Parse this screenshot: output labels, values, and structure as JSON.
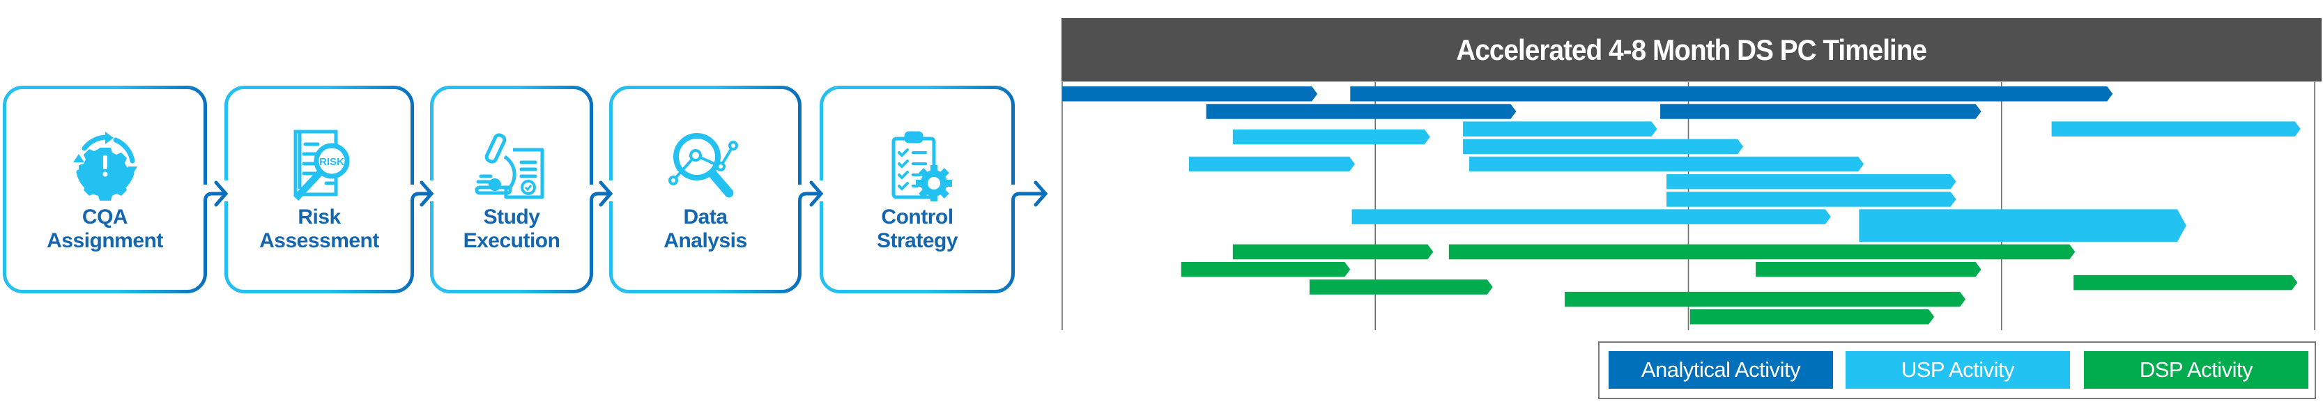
{
  "process": {
    "steps": [
      {
        "id": "cqa",
        "lines": [
          "CQA",
          "Assignment"
        ],
        "icon": "gear-cycle-alert-icon"
      },
      {
        "id": "risk",
        "lines": [
          "Risk",
          "Assessment"
        ],
        "icon": "risk-document-magnifier-icon",
        "icon_text": "RISK"
      },
      {
        "id": "study",
        "lines": [
          "Study",
          "Execution"
        ],
        "icon": "microscope-document-icon"
      },
      {
        "id": "data",
        "lines": [
          "Data",
          "Analysis"
        ],
        "icon": "magnifier-chart-icon"
      },
      {
        "id": "control",
        "lines": [
          "Control",
          "Strategy"
        ],
        "icon": "clipboard-gear-icon"
      }
    ],
    "colors": {
      "border_light": "#27BFF0",
      "border_dark": "#0A6FBC",
      "text": "#1466AE",
      "icon": "#22C1F1"
    }
  },
  "chart_data": {
    "type": "gantt",
    "title": "Accelerated 4-8 Month DS PC Timeline",
    "x_unit": "months",
    "xlim": [
      0,
      8
    ],
    "gridlines": [
      0,
      2,
      4,
      6,
      8
    ],
    "grid": true,
    "legend": {
      "placement": "bottom-right",
      "entries": [
        {
          "key": "analytical",
          "label": "Analytical Activity",
          "color": "#0070BA"
        },
        {
          "key": "usp",
          "label": "USP Activity",
          "color": "#22C3F3"
        },
        {
          "key": "dsp",
          "label": "DSP Activity",
          "color": "#00AC4E"
        }
      ]
    },
    "tasks": [
      {
        "category": "analytical",
        "lane": 0,
        "start": 0.0,
        "end": 1.63
      },
      {
        "category": "analytical",
        "lane": 0,
        "start": 1.84,
        "end": 6.71
      },
      {
        "category": "analytical",
        "lane": 1,
        "start": 0.92,
        "end": 2.9
      },
      {
        "category": "analytical",
        "lane": 1,
        "start": 3.82,
        "end": 5.87
      },
      {
        "category": "usp",
        "lane": 2,
        "start": 2.56,
        "end": 3.8
      },
      {
        "category": "usp",
        "lane": 2,
        "start": 6.32,
        "end": 7.91
      },
      {
        "category": "usp",
        "lane": 2.45,
        "start": 1.09,
        "end": 2.35
      },
      {
        "category": "usp",
        "lane": 3,
        "start": 2.56,
        "end": 4.35
      },
      {
        "category": "usp",
        "lane": 4,
        "start": 0.81,
        "end": 1.87
      },
      {
        "category": "usp",
        "lane": 4,
        "start": 2.6,
        "end": 5.12
      },
      {
        "category": "usp",
        "lane": 5,
        "start": 3.86,
        "end": 5.71
      },
      {
        "category": "usp",
        "lane": 6,
        "start": 3.86,
        "end": 5.71
      },
      {
        "category": "usp",
        "lane": 7,
        "start": 1.85,
        "end": 4.91
      },
      {
        "category": "usp",
        "lane": 7,
        "start": 5.09,
        "end": 7.18,
        "span": 2
      },
      {
        "category": "dsp",
        "lane": 9,
        "start": 1.09,
        "end": 2.37
      },
      {
        "category": "dsp",
        "lane": 9,
        "start": 2.47,
        "end": 6.47
      },
      {
        "category": "dsp",
        "lane": 10,
        "start": 0.76,
        "end": 1.84
      },
      {
        "category": "dsp",
        "lane": 10,
        "start": 4.43,
        "end": 5.87
      },
      {
        "category": "dsp",
        "lane": 10.75,
        "start": 6.46,
        "end": 7.89
      },
      {
        "category": "dsp",
        "lane": 11,
        "start": 1.58,
        "end": 2.75
      },
      {
        "category": "dsp",
        "lane": 11.7,
        "start": 3.21,
        "end": 5.77
      },
      {
        "category": "dsp",
        "lane": 12.7,
        "start": 4.01,
        "end": 5.57
      }
    ]
  }
}
